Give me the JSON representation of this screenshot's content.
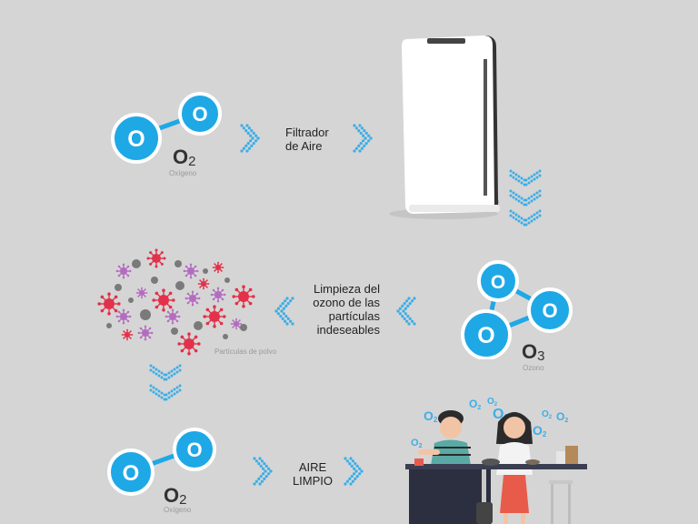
{
  "step1": {
    "molecule_letter": "O",
    "formula_main": "O",
    "formula_sub": "2",
    "caption": "Oxígeno",
    "label_line1": "Filtrador",
    "label_line2": "de Aire"
  },
  "step2": {
    "molecule_letter": "O",
    "formula_main": "O",
    "formula_sub": "3",
    "caption": "Ozono",
    "label_line1": "Limpieza del",
    "label_line2": "ozono de las",
    "label_line3": "partículas",
    "label_line4": "indeseables",
    "dust_caption": "Partículas de polvo"
  },
  "step3": {
    "molecule_letter": "O",
    "formula_main": "O",
    "formula_sub": "2",
    "caption": "Oxígeno",
    "label_line1": "AIRE",
    "label_line2": "LIMPIO"
  },
  "floating_o2": {
    "letter": "O",
    "sub": "2"
  },
  "colors": {
    "background": "#d5d5d5",
    "molecule": "#1fa8e6",
    "molecule_stroke": "#ffffff",
    "chevron": "#3aaee8",
    "virus_red": "#e3314a",
    "virus_purple": "#b36cc0",
    "dust_gray": "#7a7a7a",
    "purifier_body": "#ffffff",
    "purifier_side": "#333333",
    "counter": "#2b2f3f"
  },
  "icons": [
    "o2-molecule-icon",
    "o3-molecule-icon",
    "chevron-right-icon",
    "chevron-left-icon",
    "chevron-down-icon",
    "air-purifier-icon",
    "virus-icon",
    "dust-particle-icon",
    "people-kitchen-icon"
  ]
}
